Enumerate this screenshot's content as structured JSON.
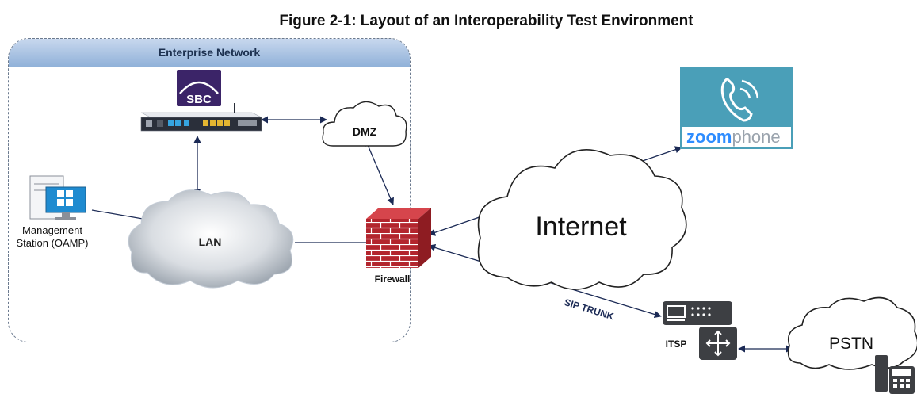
{
  "title": "Figure 2-1: Layout of an Interoperability Test Environment",
  "enterprise_network": {
    "label": "Enterprise Network"
  },
  "nodes": {
    "sbc": "SBC",
    "dmz": "DMZ",
    "lan": "LAN",
    "management_station": [
      "Management",
      "Station (OAMP)"
    ],
    "firewall": "Firewall",
    "internet": "Internet",
    "itsp": "ITSP",
    "pstn": "PSTN"
  },
  "zoomphone": {
    "zoom": "zoom",
    "phone": "phone"
  },
  "links": {
    "sip_trunk": "SIP TRUNK"
  },
  "colors": {
    "arrow": "#1b2a55",
    "firewall_red": "#b3252d",
    "zoom_teal": "#4a9fb8",
    "zoom_blue": "#2d8cff",
    "sbc_purple": "#3b2468"
  }
}
